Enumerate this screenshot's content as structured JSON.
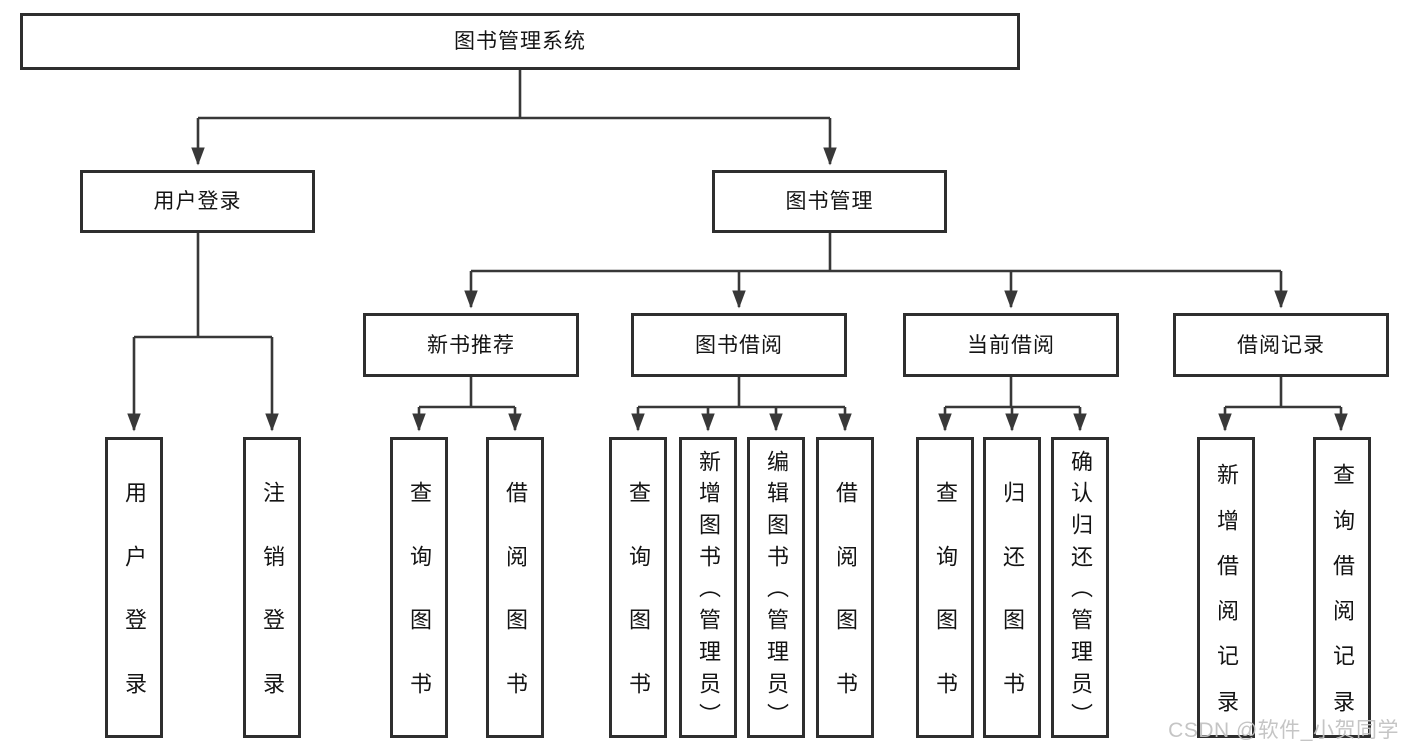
{
  "diagram": {
    "root": "图书管理系统",
    "level2": [
      "用户登录",
      "图书管理"
    ],
    "level3": [
      "新书推荐",
      "图书借阅",
      "当前借阅",
      "借阅记录"
    ],
    "leaf_groups": [
      {
        "parent": "用户登录",
        "items": [
          "用户登录",
          "注销登录"
        ]
      },
      {
        "parent": "新书推荐",
        "items": [
          "查询图书",
          "借阅图书"
        ]
      },
      {
        "parent": "图书借阅",
        "items": [
          "查询图书",
          "新增图书（管理员）",
          "编辑图书（管理员）",
          "借阅图书"
        ]
      },
      {
        "parent": "当前借阅",
        "items": [
          "查询图书",
          "归还图书",
          "确认归还（管理员）"
        ]
      },
      {
        "parent": "借阅记录",
        "items": [
          "新增借阅记录",
          "查询借阅记录"
        ]
      }
    ]
  },
  "watermark": {
    "text": "CSDN @软件_小贺同学"
  },
  "colors": {
    "line": "#383838",
    "box_border": "#2e2e2e",
    "box_fill": "#ffffff",
    "text": "#141414",
    "watermark": "#c2c2c2",
    "background": "#ffffff"
  }
}
